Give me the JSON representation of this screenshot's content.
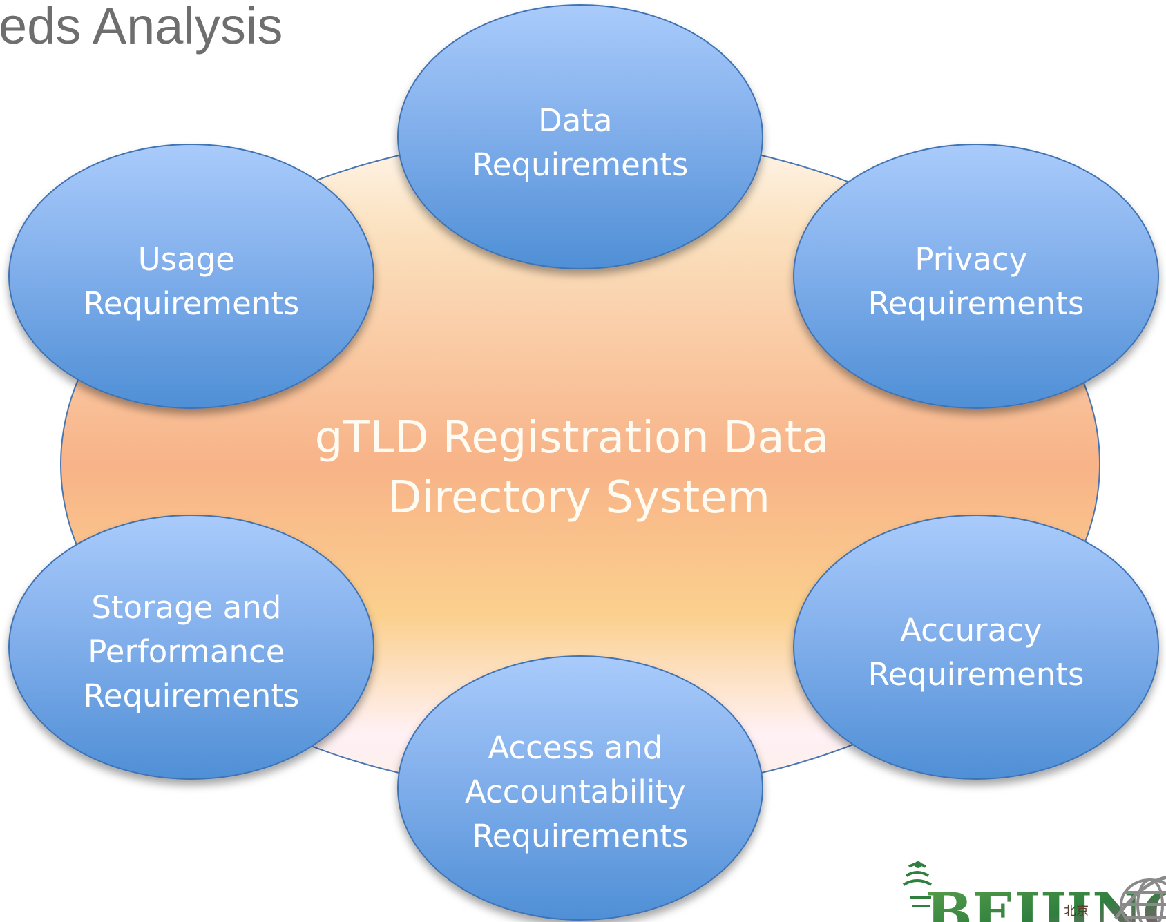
{
  "slide": {
    "title": "eds Analysis"
  },
  "diagram": {
    "center": {
      "lines": [
        "gTLD Registration Data",
        "Directory System"
      ]
    },
    "nodes": [
      {
        "id": "data",
        "lines": [
          "Data",
          "Requirements"
        ]
      },
      {
        "id": "privacy",
        "lines": [
          "Privacy",
          "Requirements"
        ]
      },
      {
        "id": "accuracy",
        "lines": [
          "Accuracy",
          "Requirements"
        ]
      },
      {
        "id": "access",
        "lines": [
          "Access and",
          "Accountability",
          "Requirements"
        ]
      },
      {
        "id": "storage",
        "lines": [
          "Storage and",
          "Performance",
          "Requirements"
        ]
      },
      {
        "id": "usage",
        "lines": [
          "Usage",
          "Requirements"
        ]
      }
    ]
  },
  "logos": {
    "beijing": {
      "text": "BEIJING"
    },
    "globe": {
      "icon": "globe-icon"
    }
  },
  "colors": {
    "node_top": "#a9cbfb",
    "node_bottom": "#4f8fd6",
    "node_stroke": "#3f73b3",
    "center_top": "#fff6ec",
    "center_mid": "#f8b388",
    "center_low": "#fbd08e",
    "center_bottom": "#fff1f5",
    "center_stroke": "#4a76b2",
    "title_text": "#6e6e6e"
  }
}
